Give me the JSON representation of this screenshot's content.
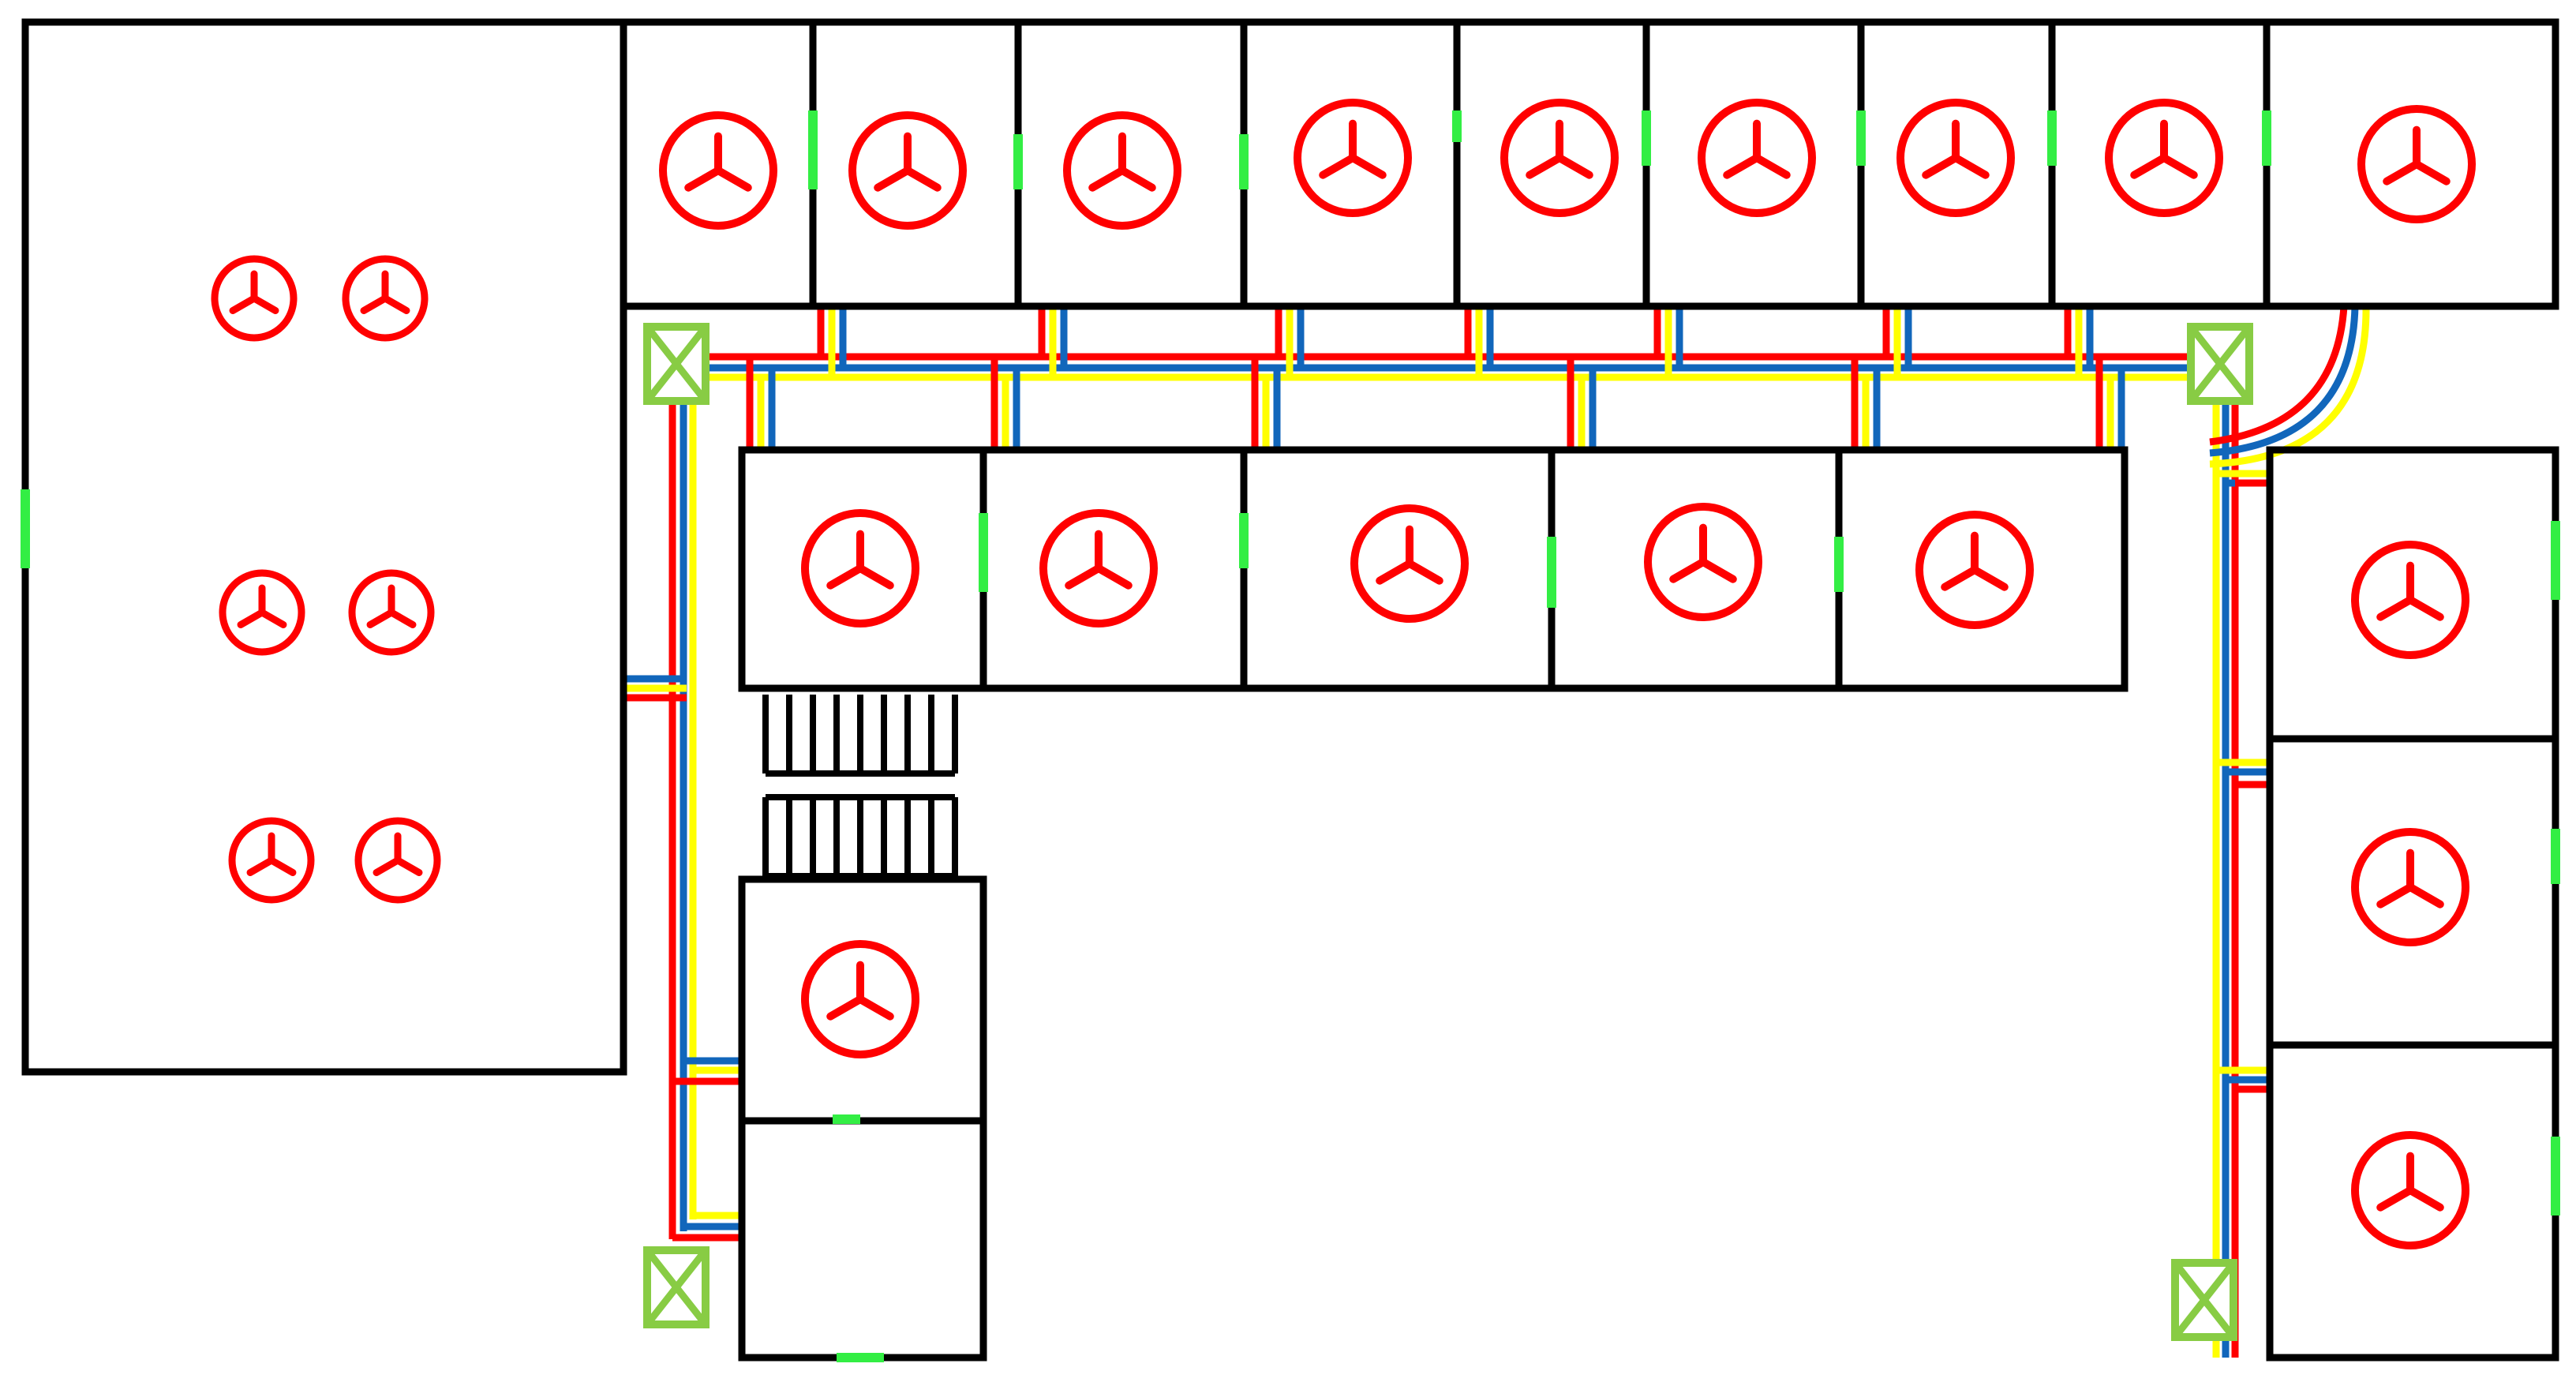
{
  "colors": {
    "wall": "#000000",
    "fan": "#ff0000",
    "door": "#33ee44",
    "duct_red": "#ff0000",
    "duct_blue": "#1166bb",
    "duct_yellow": "#ffff00",
    "junction_fill": "#ffffff",
    "junction_stroke": "#88cc44"
  },
  "legend": {},
  "rooms": [
    {
      "id": "large-hall",
      "fan_count": 6
    },
    {
      "id": "top-row-1",
      "fan_count": 1
    },
    {
      "id": "top-row-2",
      "fan_count": 1
    },
    {
      "id": "top-row-3",
      "fan_count": 1
    },
    {
      "id": "top-row-4",
      "fan_count": 1
    },
    {
      "id": "top-row-5",
      "fan_count": 1
    },
    {
      "id": "top-row-6",
      "fan_count": 1
    },
    {
      "id": "top-row-7",
      "fan_count": 1
    },
    {
      "id": "top-row-8",
      "fan_count": 1
    },
    {
      "id": "top-row-9",
      "fan_count": 1
    },
    {
      "id": "middle-row-1",
      "fan_count": 1
    },
    {
      "id": "middle-row-2",
      "fan_count": 1
    },
    {
      "id": "middle-row-3",
      "fan_count": 1
    },
    {
      "id": "middle-row-4",
      "fan_count": 1
    },
    {
      "id": "middle-row-5",
      "fan_count": 1
    },
    {
      "id": "left-lower-room",
      "fan_count": 1
    },
    {
      "id": "left-bottom-room",
      "fan_count": 0
    },
    {
      "id": "right-room-1",
      "fan_count": 1
    },
    {
      "id": "right-room-2",
      "fan_count": 1
    },
    {
      "id": "right-room-3",
      "fan_count": 1
    }
  ],
  "icons": {
    "fan": "fan-icon",
    "junction": "junction-box-icon",
    "stairs": "stairs-icon"
  }
}
